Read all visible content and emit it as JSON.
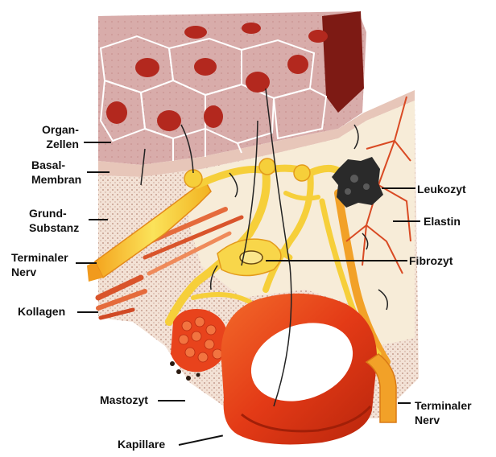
{
  "labels": {
    "organ_zellen": [
      "Organ-",
      "Zellen"
    ],
    "basal_membran": [
      "Basal-",
      "Membran"
    ],
    "grund_substanz": [
      "Grund-",
      "Substanz"
    ],
    "terminaler_nerv_left": [
      "Terminaler",
      "Nerv"
    ],
    "kollagen": "Kollagen",
    "mastozyt": "Mastozyt",
    "kapillare": "Kapillare",
    "leukozyt": "Leukozyt",
    "elastin": "Elastin",
    "fibrozyt": "Fibrozyt",
    "terminaler_nerv_right": [
      "Terminaler",
      "Nerv"
    ]
  },
  "colors": {
    "organ_cell_fill": "#d8a9a8",
    "organ_cell_border": "#ffffff",
    "nucleus": "#b3281e",
    "ground_substance": "#f1ddd0",
    "connective_bg": "#f6e7c8",
    "nerve_yellow": "#f6cf3a",
    "nerve_orange": "#ef8a1f",
    "capillary": "#e8431c",
    "capillary_dark": "#b82a10",
    "leukocyte": "#2a2a2a",
    "elastin": "#d94a24"
  }
}
